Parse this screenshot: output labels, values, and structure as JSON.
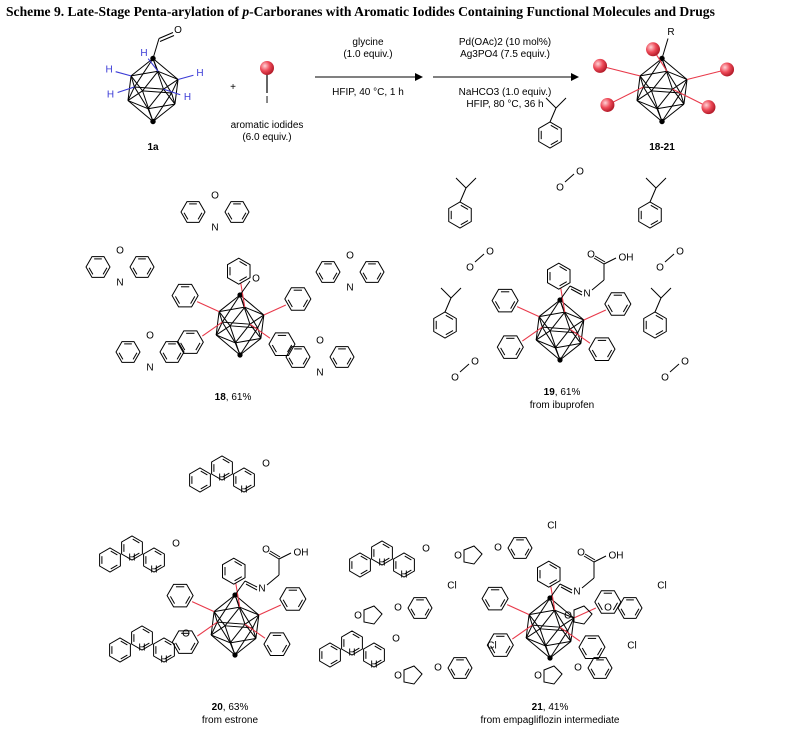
{
  "scheme": {
    "label": "Scheme 9.",
    "title_before": "Late-Stage Penta-arylation of",
    "title_italic": "p",
    "title_after": "-Carboranes with Aromatic Iodides Containing Functional Molecules and Drugs"
  },
  "reaction": {
    "substrate": "1a",
    "product": "18-21",
    "plus": "+",
    "reagent_iodide_atom": "I",
    "reagent_name": "aromatic iodides",
    "reagent_equiv": "(6.0 equiv.)",
    "step1_above": [
      "glycine",
      "(1.0 equiv.)"
    ],
    "step1_below": "HFIP, 40 °C, 1 h",
    "step2_above": [
      "Pd(OAc)2 (10 mol%)",
      "Ag3PO4 (7.5 equiv.)"
    ],
    "step2_below": [
      "NaHCO3 (1.0 equiv.)",
      "HFIP, 80 °C, 36 h"
    ],
    "substituent_label": "R",
    "h_label": "H",
    "aldehyde_o": "O"
  },
  "compounds": [
    {
      "id": "18",
      "yield": ", 61%",
      "note": ""
    },
    {
      "id": "19",
      "yield": ", 61%",
      "note": "from ibuprofen"
    },
    {
      "id": "20",
      "yield": ", 63%",
      "note": "from estrone"
    },
    {
      "id": "21",
      "yield": ", 41%",
      "note": "from empagliflozin intermediate"
    }
  ],
  "atom_labels": {
    "o": "O",
    "n": "N",
    "oh": "OH",
    "cl": "Cl",
    "h": "H"
  },
  "colors": {
    "bond": "#000000",
    "new_bond": "#e8394a",
    "aryl_ball": "#e8394a",
    "ch_bond": "#3b3bd6"
  }
}
